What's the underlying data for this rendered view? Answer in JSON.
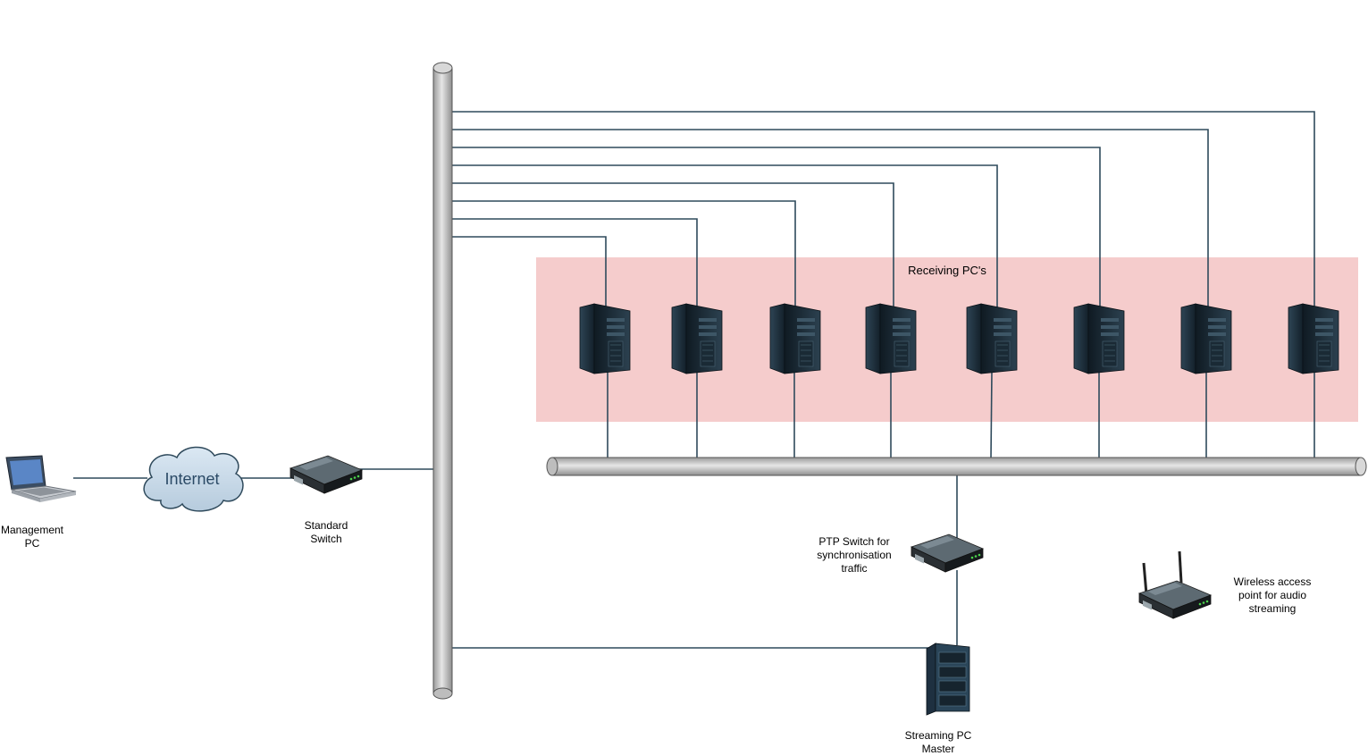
{
  "diagram": {
    "group_label": "Receiving PC's",
    "cloud_label": "Internet",
    "management_pc_label": "Management\nPC",
    "standard_switch_label": "Standard\nSwitch",
    "ptp_switch_label": "PTP Switch for\nsynchronisation\ntraffic",
    "wireless_ap_label": "Wireless access\npoint for audio\nstreaming",
    "streaming_pc_label": "Streaming PC\nMaster",
    "receiving_pc_count": 8,
    "colors": {
      "group_fill": "#f5cccc",
      "line": "#2f4a5c",
      "bus_fill": "#c8c8c8",
      "device_dark": "#1c2a34"
    },
    "icons": [
      "laptop-icon",
      "cloud-icon",
      "switch-icon",
      "server-tower-icon",
      "wireless-router-icon",
      "server-rack-icon"
    ]
  }
}
